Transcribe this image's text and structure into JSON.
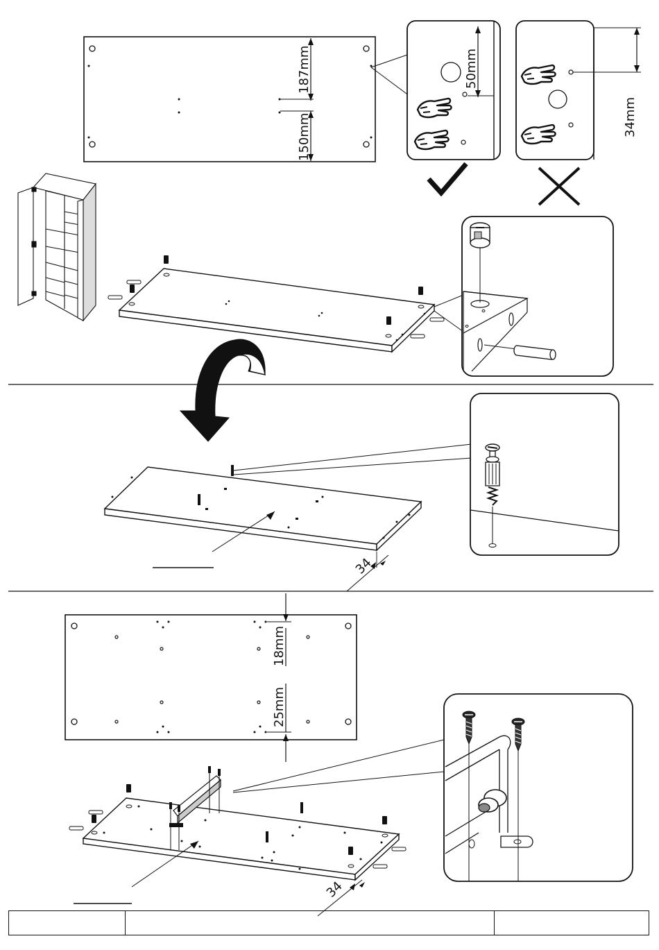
{
  "section1": {
    "dim_top": "187mm",
    "dim_bottom": "150mm",
    "correct_dim": "50mm",
    "wrong_dim": "34mm",
    "correct_mark": "✓",
    "wrong_mark": "✗"
  },
  "section2": {
    "edge_dim": "34"
  },
  "section3": {
    "dim_top": "18mm",
    "dim_bottom": "25mm",
    "edge_dim": "34"
  },
  "footer": {
    "cells": [
      "",
      "",
      ""
    ]
  }
}
